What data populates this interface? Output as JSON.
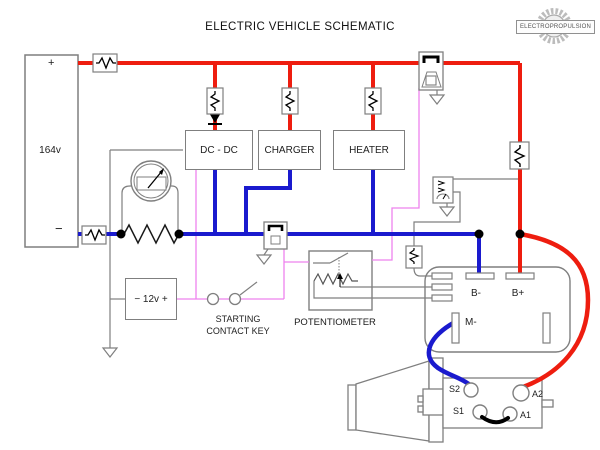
{
  "title": "ELECTRIC VEHICLE SCHEMATIC",
  "logo": {
    "text": "ELECTROPROPULSION"
  },
  "colors": {
    "positive_wire": "#ee1d0f",
    "negative_wire": "#1a1ace",
    "control_wire": "#ee82ee",
    "outline": "#7f7f7f"
  },
  "battery_hv": {
    "plus": "+",
    "minus": "−",
    "label": "164v"
  },
  "battery_aux": {
    "label": "− 12v +"
  },
  "boxes": {
    "dcdc": "DC - DC",
    "charger": "CHARGER",
    "heater": "HEATER"
  },
  "labels": {
    "starting_key_line1": "STARTING",
    "starting_key_line2": "CONTACT KEY",
    "potentiometer": "POTENTIOMETER"
  },
  "controller": {
    "b_minus": "B-",
    "b_plus": "B+",
    "m_minus": "M-"
  },
  "motor": {
    "s2": "S2",
    "s1": "S1",
    "a2": "A2",
    "a1": "A1"
  }
}
